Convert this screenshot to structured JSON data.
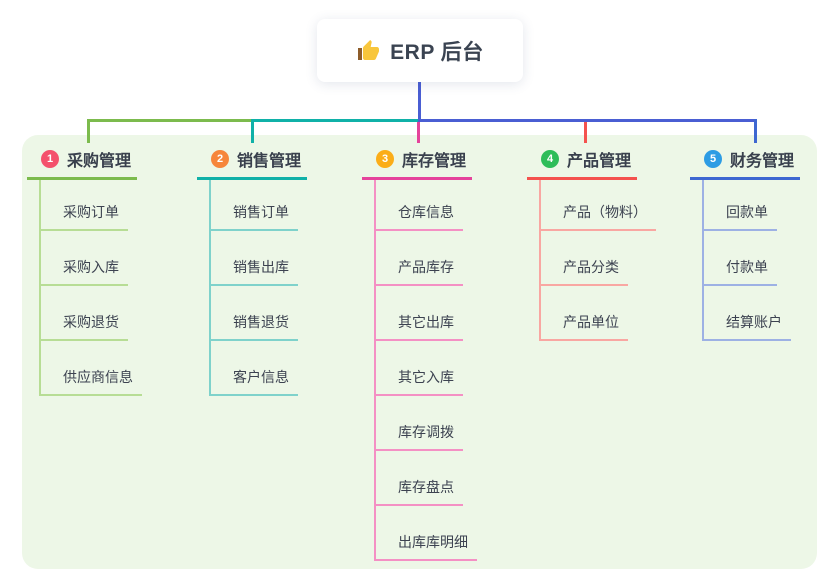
{
  "root": {
    "title": "ERP 后台",
    "icon": "thumbs-up-icon",
    "icon_colors": {
      "hand": "#f8c63c",
      "cuff": "#8d5c2a"
    },
    "title_color": "#3a4351"
  },
  "canvas": {
    "background": "#ffffff",
    "panel_background": "#edf7e7",
    "root_connector_color": "#4a5ed3"
  },
  "branches": [
    {
      "index": "1",
      "title": "采购管理",
      "color": "#7cbb4d",
      "light_color": "#b7dd95",
      "badge_color": "#f4516c",
      "children": [
        "采购订单",
        "采购入库",
        "采购退货",
        "供应商信息"
      ]
    },
    {
      "index": "2",
      "title": "销售管理",
      "color": "#10b1a8",
      "light_color": "#7fd2cb",
      "badge_color": "#f6863b",
      "children": [
        "销售订单",
        "销售出库",
        "销售退货",
        "客户信息"
      ]
    },
    {
      "index": "3",
      "title": "库存管理",
      "color": "#e5439b",
      "light_color": "#f490c4",
      "badge_color": "#fbad18",
      "children": [
        "仓库信息",
        "产品库存",
        "其它出库",
        "其它入库",
        "库存调拨",
        "库存盘点",
        "出库库明细"
      ]
    },
    {
      "index": "4",
      "title": "产品管理",
      "color": "#f4524e",
      "light_color": "#f9a7a2",
      "badge_color": "#2ebd59",
      "children": [
        "产品（物料）",
        "产品分类",
        "产品单位"
      ]
    },
    {
      "index": "5",
      "title": "财务管理",
      "color": "#3e67d1",
      "light_color": "#9db1e4",
      "badge_color": "#2d9ce4",
      "children": [
        "回款单",
        "付款单",
        "结算账户"
      ]
    }
  ]
}
